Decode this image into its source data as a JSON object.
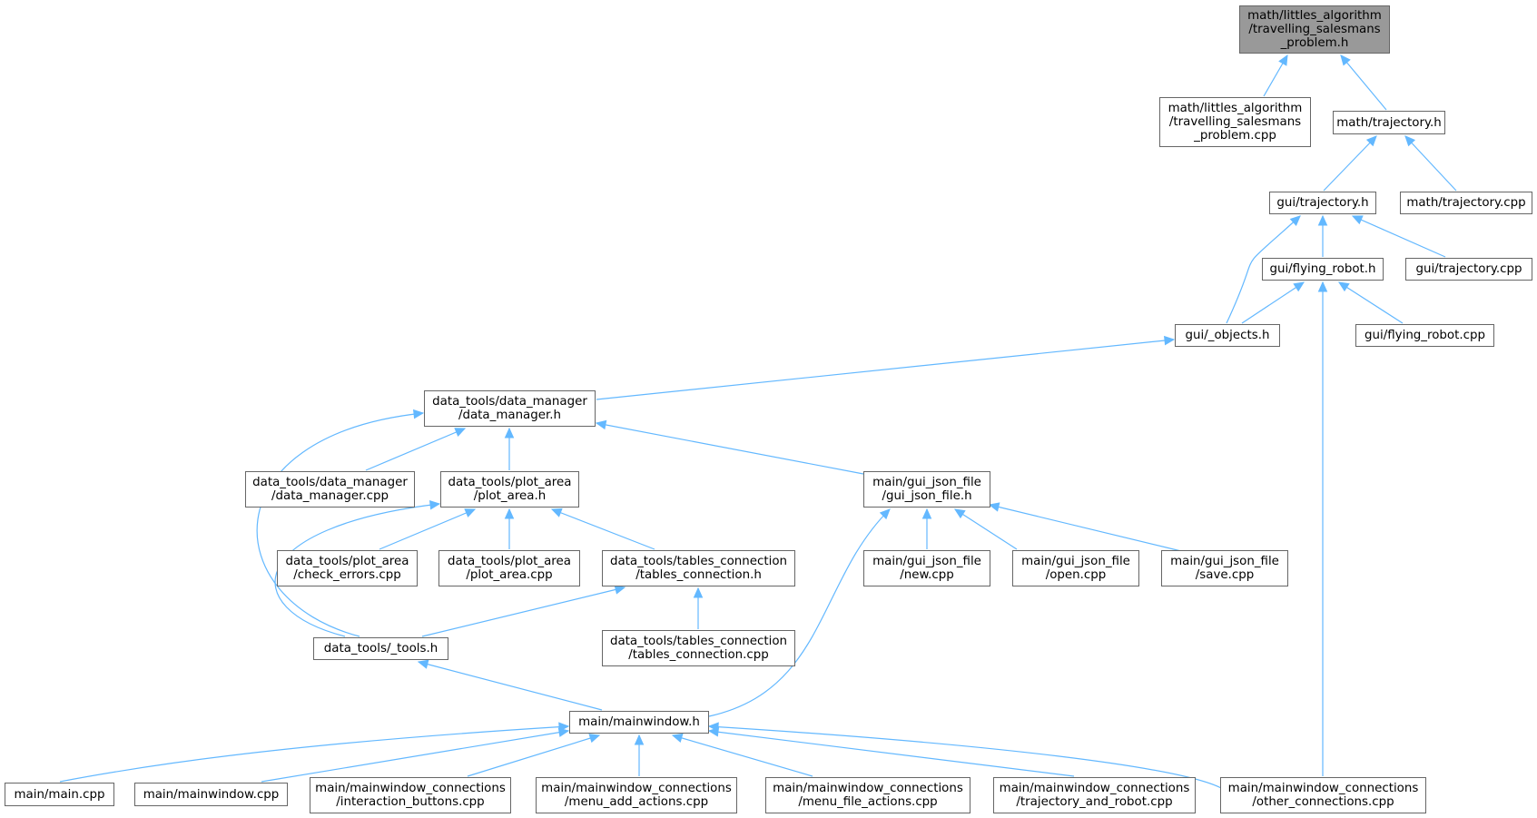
{
  "colors": {
    "edge": "#63b8ff",
    "border": "#666666",
    "root_fill": "#999999"
  },
  "nodes": [
    {
      "id": "tsp_h",
      "root": true,
      "lines": [
        "math/littles_algorithm",
        "/travelling_salesmans",
        "_problem.h"
      ]
    },
    {
      "id": "tsp_cpp",
      "lines": [
        "math/littles_algorithm",
        "/travelling_salesmans",
        "_problem.cpp"
      ]
    },
    {
      "id": "math_traj_h",
      "lines": [
        "math/trajectory.h"
      ]
    },
    {
      "id": "gui_traj_h",
      "lines": [
        "gui/trajectory.h"
      ]
    },
    {
      "id": "math_traj_cpp",
      "lines": [
        "math/trajectory.cpp"
      ]
    },
    {
      "id": "gui_fly_h",
      "lines": [
        "gui/flying_robot.h"
      ]
    },
    {
      "id": "gui_traj_cpp",
      "lines": [
        "gui/trajectory.cpp"
      ]
    },
    {
      "id": "gui_obj_h",
      "lines": [
        "gui/_objects.h"
      ]
    },
    {
      "id": "gui_fly_cpp",
      "lines": [
        "gui/flying_robot.cpp"
      ]
    },
    {
      "id": "dm_h",
      "lines": [
        "data_tools/data_manager",
        "/data_manager.h"
      ]
    },
    {
      "id": "dm_cpp",
      "lines": [
        "data_tools/data_manager",
        "/data_manager.cpp"
      ]
    },
    {
      "id": "pa_h",
      "lines": [
        "data_tools/plot_area",
        "/plot_area.h"
      ]
    },
    {
      "id": "gjf_h",
      "lines": [
        "main/gui_json_file",
        "/gui_json_file.h"
      ]
    },
    {
      "id": "ce_cpp",
      "lines": [
        "data_tools/plot_area",
        "/check_errors.cpp"
      ]
    },
    {
      "id": "pa_cpp",
      "lines": [
        "data_tools/plot_area",
        "/plot_area.cpp"
      ]
    },
    {
      "id": "tc_h",
      "lines": [
        "data_tools/tables_connection",
        "/tables_connection.h"
      ]
    },
    {
      "id": "new_cpp",
      "lines": [
        "main/gui_json_file",
        "/new.cpp"
      ]
    },
    {
      "id": "open_cpp",
      "lines": [
        "main/gui_json_file",
        "/open.cpp"
      ]
    },
    {
      "id": "save_cpp",
      "lines": [
        "main/gui_json_file",
        "/save.cpp"
      ]
    },
    {
      "id": "tools_h",
      "lines": [
        "data_tools/_tools.h"
      ]
    },
    {
      "id": "tc_cpp",
      "lines": [
        "data_tools/tables_connection",
        "/tables_connection.cpp"
      ]
    },
    {
      "id": "mw_h",
      "lines": [
        "main/mainwindow.h"
      ]
    },
    {
      "id": "main_cpp",
      "lines": [
        "main/main.cpp"
      ]
    },
    {
      "id": "mw_cpp",
      "lines": [
        "main/mainwindow.cpp"
      ]
    },
    {
      "id": "ib_cpp",
      "lines": [
        "main/mainwindow_connections",
        "/interaction_buttons.cpp"
      ]
    },
    {
      "id": "maa_cpp",
      "lines": [
        "main/mainwindow_connections",
        "/menu_add_actions.cpp"
      ]
    },
    {
      "id": "mfa_cpp",
      "lines": [
        "main/mainwindow_connections",
        "/menu_file_actions.cpp"
      ]
    },
    {
      "id": "tar_cpp",
      "lines": [
        "main/mainwindow_connections",
        "/trajectory_and_robot.cpp"
      ]
    },
    {
      "id": "oc_cpp",
      "lines": [
        "main/mainwindow_connections",
        "/other_connections.cpp"
      ]
    }
  ],
  "edges": [
    [
      "tsp_h",
      "tsp_cpp"
    ],
    [
      "tsp_h",
      "math_traj_h"
    ],
    [
      "math_traj_h",
      "gui_traj_h"
    ],
    [
      "math_traj_h",
      "math_traj_cpp"
    ],
    [
      "gui_traj_h",
      "gui_fly_h"
    ],
    [
      "gui_traj_h",
      "gui_traj_cpp"
    ],
    [
      "gui_traj_h",
      "gui_obj_h"
    ],
    [
      "gui_fly_h",
      "gui_obj_h"
    ],
    [
      "gui_fly_h",
      "gui_fly_cpp"
    ],
    [
      "gui_fly_h",
      "oc_cpp"
    ],
    [
      "gui_obj_h",
      "dm_h"
    ],
    [
      "dm_h",
      "dm_cpp"
    ],
    [
      "dm_h",
      "pa_h"
    ],
    [
      "dm_h",
      "gjf_h"
    ],
    [
      "dm_h",
      "tools_h"
    ],
    [
      "pa_h",
      "ce_cpp"
    ],
    [
      "pa_h",
      "pa_cpp"
    ],
    [
      "pa_h",
      "tc_h"
    ],
    [
      "pa_h",
      "tools_h"
    ],
    [
      "gjf_h",
      "new_cpp"
    ],
    [
      "gjf_h",
      "open_cpp"
    ],
    [
      "gjf_h",
      "save_cpp"
    ],
    [
      "gjf_h",
      "mw_h"
    ],
    [
      "tc_h",
      "tools_h"
    ],
    [
      "tc_h",
      "tc_cpp"
    ],
    [
      "tools_h",
      "mw_h"
    ],
    [
      "mw_h",
      "main_cpp"
    ],
    [
      "mw_h",
      "mw_cpp"
    ],
    [
      "mw_h",
      "ib_cpp"
    ],
    [
      "mw_h",
      "maa_cpp"
    ],
    [
      "mw_h",
      "mfa_cpp"
    ],
    [
      "mw_h",
      "tar_cpp"
    ],
    [
      "mw_h",
      "oc_cpp"
    ]
  ]
}
